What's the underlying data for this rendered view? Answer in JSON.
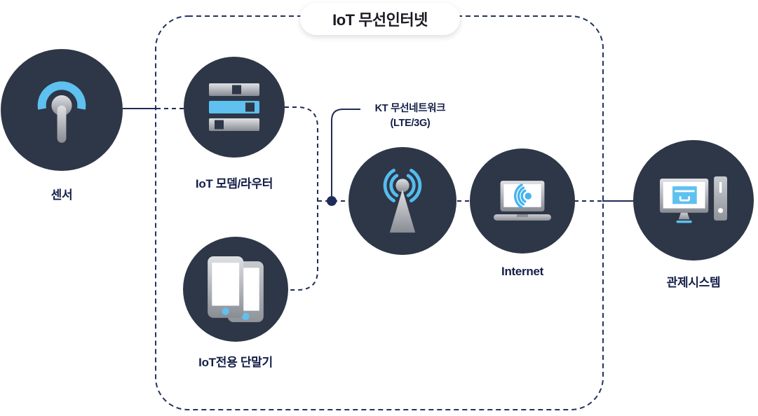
{
  "title": {
    "text": "IoT 무선인터넷"
  },
  "nodes": {
    "sensor": {
      "label": "센서",
      "icon": "antenna-pin-icon"
    },
    "modem": {
      "label": "IoT 모뎀/라우터",
      "icon": "router-stack-icon"
    },
    "device": {
      "label": "IoT전용 단말기",
      "icon": "smartphones-icon"
    },
    "tower": {
      "label": "",
      "icon": "broadcast-tower-icon"
    },
    "internet": {
      "label": "Internet",
      "icon": "laptop-wifi-icon"
    },
    "control": {
      "label": "관제시스템",
      "icon": "desktop-computer-icon"
    }
  },
  "annotations": {
    "kt_network": {
      "line1": "KT 무선네트워크",
      "line2": "(LTE/3G)"
    }
  },
  "colors": {
    "node_background": "#2e3747",
    "accent_blue": "#5ec1f0",
    "wifi_blue": "#44b4ee",
    "line_navy": "#1f2b58",
    "label_navy": "#131e47",
    "title_text": "#1b1b24",
    "canvas": "#ffffff"
  }
}
